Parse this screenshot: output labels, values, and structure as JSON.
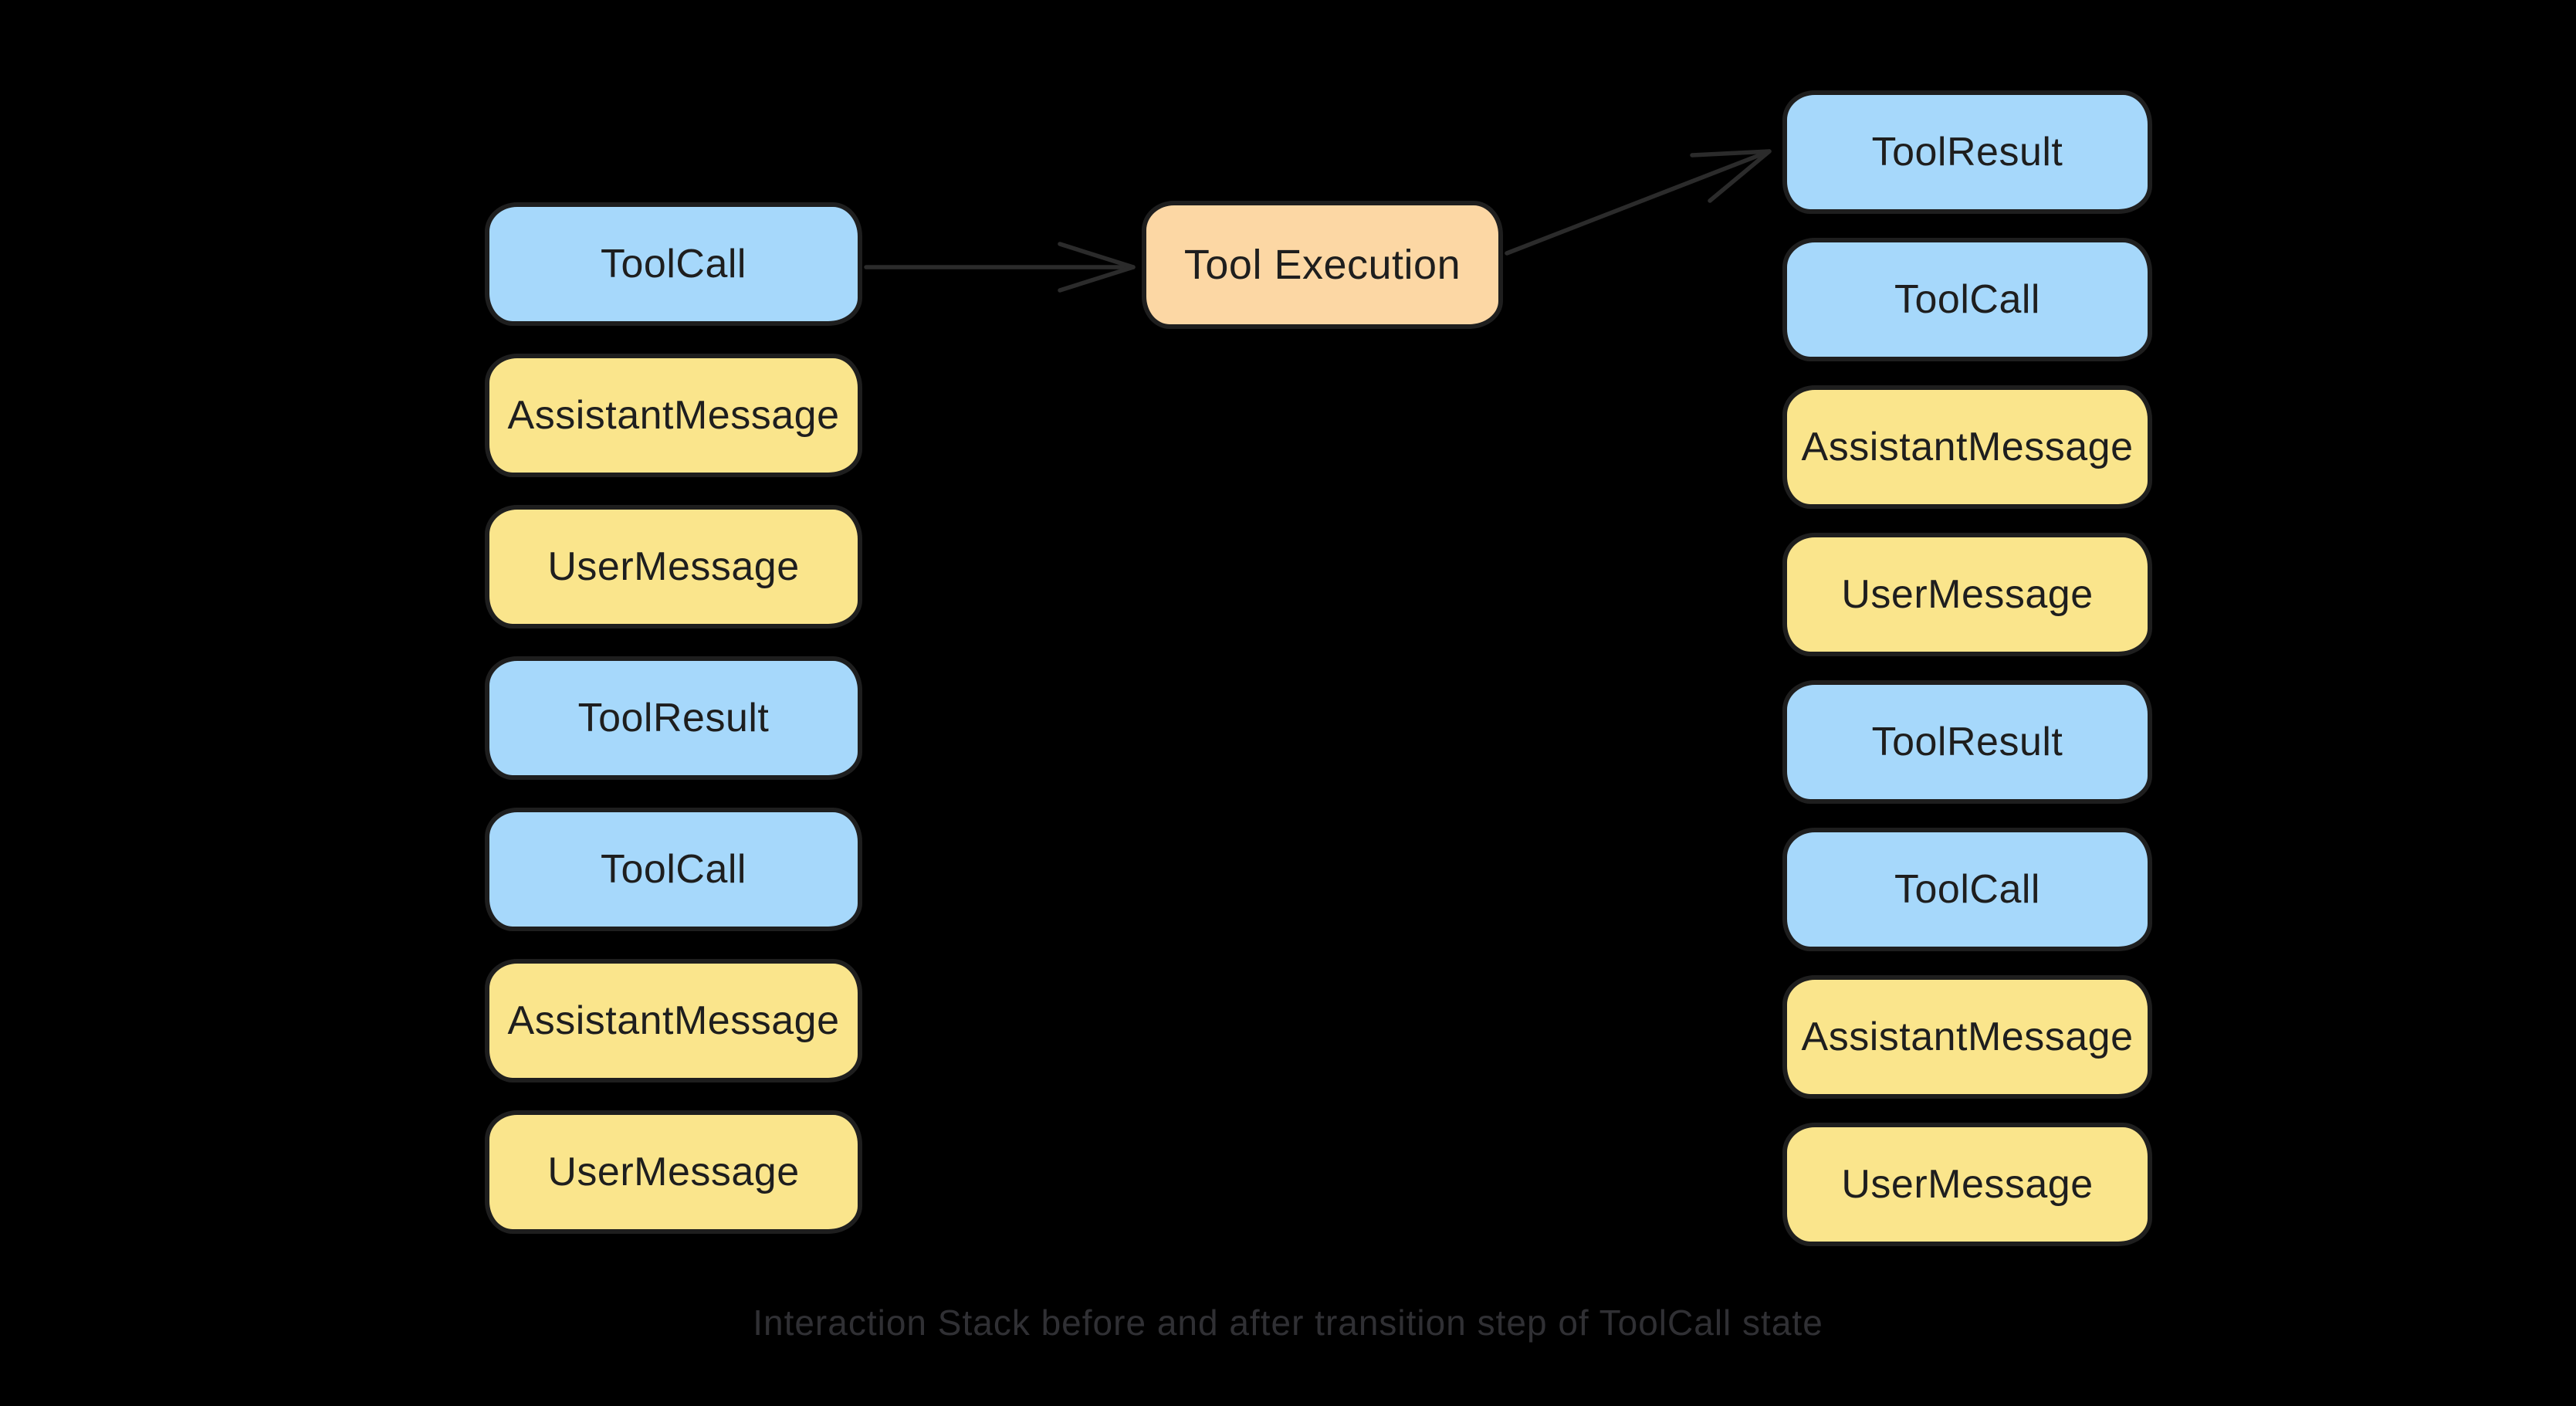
{
  "caption": "Interaction Stack before and after transition step of ToolCall state",
  "center": {
    "label": "Tool Execution"
  },
  "left_stack": {
    "items": [
      {
        "label": "ToolCall",
        "kind": "tool"
      },
      {
        "label": "AssistantMessage",
        "kind": "message"
      },
      {
        "label": "UserMessage",
        "kind": "message"
      },
      {
        "label": "ToolResult",
        "kind": "tool"
      },
      {
        "label": "ToolCall",
        "kind": "tool"
      },
      {
        "label": "AssistantMessage",
        "kind": "message"
      },
      {
        "label": "UserMessage",
        "kind": "message"
      }
    ]
  },
  "right_stack": {
    "items": [
      {
        "label": "ToolResult",
        "kind": "tool"
      },
      {
        "label": "ToolCall",
        "kind": "tool"
      },
      {
        "label": "AssistantMessage",
        "kind": "message"
      },
      {
        "label": "UserMessage",
        "kind": "message"
      },
      {
        "label": "ToolResult",
        "kind": "tool"
      },
      {
        "label": "ToolCall",
        "kind": "tool"
      },
      {
        "label": "AssistantMessage",
        "kind": "message"
      },
      {
        "label": "UserMessage",
        "kind": "message"
      }
    ]
  },
  "colors": {
    "background": "#000000",
    "tool": "#a6d8fb",
    "message": "#fae58c",
    "execution": "#fcd7a4",
    "stroke": "#1e1e1e",
    "label": "#1e1e1e",
    "arrow": "#2b2b2b",
    "caption": "#303034"
  }
}
